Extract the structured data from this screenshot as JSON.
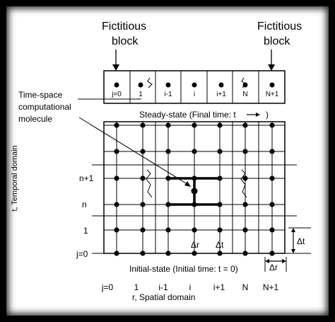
{
  "fictitious_left_line1": "Fictitious",
  "fictitious_left_line2": "block",
  "fictitious_right_line1": "Fictitious",
  "fictitious_right_line2": "block",
  "molecule_line1": "Time-space",
  "molecule_line2": "computational",
  "molecule_line3": "molecule",
  "cells": [
    "j=0",
    "1",
    "i-1",
    "i",
    "i+1",
    "N",
    "N+1"
  ],
  "steady_state": "Steady-state (Final time: t",
  "steady_state_close": ")",
  "y_axis_title": "t, Temporal domain",
  "row_labels": [
    "n+1",
    "n",
    "1",
    "j=0"
  ],
  "delta_r": "Δr",
  "delta_t": "Δt",
  "initial_state": "Initial-state (Initial time: t = 0)",
  "col_labels": [
    "j=0",
    "1",
    "i-1",
    "i",
    "i+1",
    "N",
    "N+1"
  ],
  "x_axis_title": "r, Spatial domain",
  "colors": {
    "background": "#000000",
    "panel": "#ffffff",
    "ink": "#000000"
  }
}
